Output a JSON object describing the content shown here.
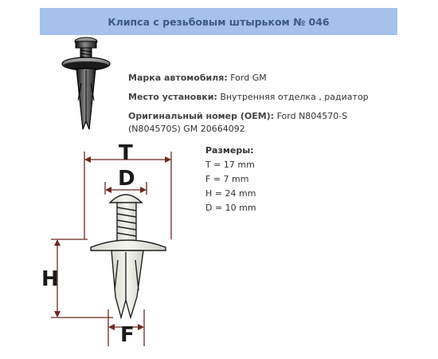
{
  "title": "Клипса с резьбовым штырьком № 046",
  "properties": [
    {
      "label": "Марка автомобиля:",
      "value": "Ford GM"
    },
    {
      "label": "Место установки:",
      "value": "Внутренняя отделка , радиатор"
    },
    {
      "label": "Оригинальный номер (OEM):",
      "value": "Ford N804570-S (N804570S) GM 20664092"
    }
  ],
  "sizes": {
    "heading": "Размеры:",
    "items": [
      "T = 17 mm",
      "F = 7 mm",
      "H = 24 mm",
      "D = 10 mm"
    ]
  },
  "diagram": {
    "labels": {
      "T": "T",
      "D": "D",
      "H": "H",
      "F": "F"
    },
    "dimension_color": "#6b2a22"
  }
}
